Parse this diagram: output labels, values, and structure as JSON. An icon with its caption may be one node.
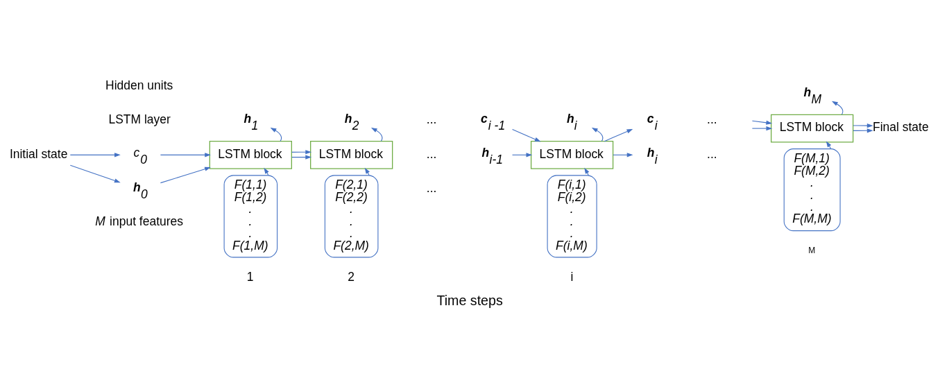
{
  "diagram": {
    "caption": "Time steps",
    "nodes": [
      {
        "text": [
          "Initial state"
        ]
      },
      {
        "text": [
          "c$_{0}$"
        ]
      },
      {
        "text": [
          "**h**$_{0}$"
        ]
      },
      {
        "text": [
          "LSTM block"
        ]
      },
      {
        "text": [
          "LSTM block"
        ]
      },
      {
        "text": [
          "**c**$_{i -1}$"
        ]
      },
      {
        "text": [
          "**h**$_{i-1}$"
        ]
      },
      {
        "text": [
          "LSTM block"
        ]
      },
      {
        "text": [
          "**c**$_{i}$"
        ]
      },
      {
        "text": [
          "**h**$_{i}$"
        ]
      },
      {
        "text": [
          "LSTM block"
        ]
      },
      {
        "text": [
          "Final state"
        ]
      },
      {
        "text": [
          "**h**$_{1}$"
        ]
      },
      {
        "text": [
          "**h**$_{2}$"
        ]
      },
      {
        "text": [
          "**h**$_{i}$"
        ]
      },
      {
        "text": [
          "**h**$_{M}$"
        ]
      },
      {
        "text": [
          "F(1,1)",
          "F(1,2)",
          ".",
          ".",
          ".",
          "F(1,M)"
        ]
      },
      {
        "text": [
          "F(2,1)",
          "F(2,2)",
          ".",
          ".",
          ".",
          "F(2,M)"
        ]
      },
      {
        "text": [
          "F(i,1)",
          "F(i,2)",
          ".",
          ".",
          ".",
          "F(i,M)"
        ]
      },
      {
        "text": [
          "F(M,1)",
          "F(M,2)",
          ".",
          ".",
          ".",
          "F(M,M)"
        ]
      }
    ],
    "edges": [
      {
        "from": 0,
        "to": 1,
        "arrow": "to"
      },
      {
        "from": 0,
        "to": 2,
        "arrow": "to"
      },
      {
        "from": 1,
        "to": 3,
        "arrow": "to"
      },
      {
        "from": 2,
        "to": 3,
        "arrow": "to"
      },
      {
        "from": 3,
        "to": 4,
        "arrow": "to"
      },
      {
        "from": 3,
        "to": 4,
        "arrow": "to"
      },
      {
        "from": 5,
        "to": 7,
        "arrow": "to"
      },
      {
        "from": 6,
        "to": 7,
        "arrow": "to"
      },
      {
        "from": 7,
        "to": 8,
        "arrow": "to"
      },
      {
        "from": 7,
        "to": 9,
        "arrow": "to"
      },
      {
        "from": null,
        "to": 10,
        "arrow": "to"
      },
      {
        "from": null,
        "to": 10,
        "arrow": "to"
      },
      {
        "from": 10,
        "to": 11,
        "arrow": "to"
      },
      {
        "from": 10,
        "to": 11,
        "arrow": "to"
      },
      {
        "from": 3,
        "to": 12,
        "arrow": "to"
      },
      {
        "from": 4,
        "to": 13,
        "arrow": "to"
      },
      {
        "from": 7,
        "to": 14,
        "arrow": "to"
      },
      {
        "from": 10,
        "to": 15,
        "arrow": "to"
      },
      {
        "from": 16,
        "to": 3,
        "arrow": "to"
      },
      {
        "from": 17,
        "to": 4,
        "arrow": "to"
      },
      {
        "from": 18,
        "to": 7,
        "arrow": "to"
      },
      {
        "from": 19,
        "to": 10,
        "arrow": "to"
      }
    ],
    "labels": [
      "Hidden units",
      "LSTM layer",
      "...",
      "...",
      "...",
      "...",
      "*M* input features",
      "1",
      "2",
      "...",
      "i",
      "M"
    ]
  }
}
